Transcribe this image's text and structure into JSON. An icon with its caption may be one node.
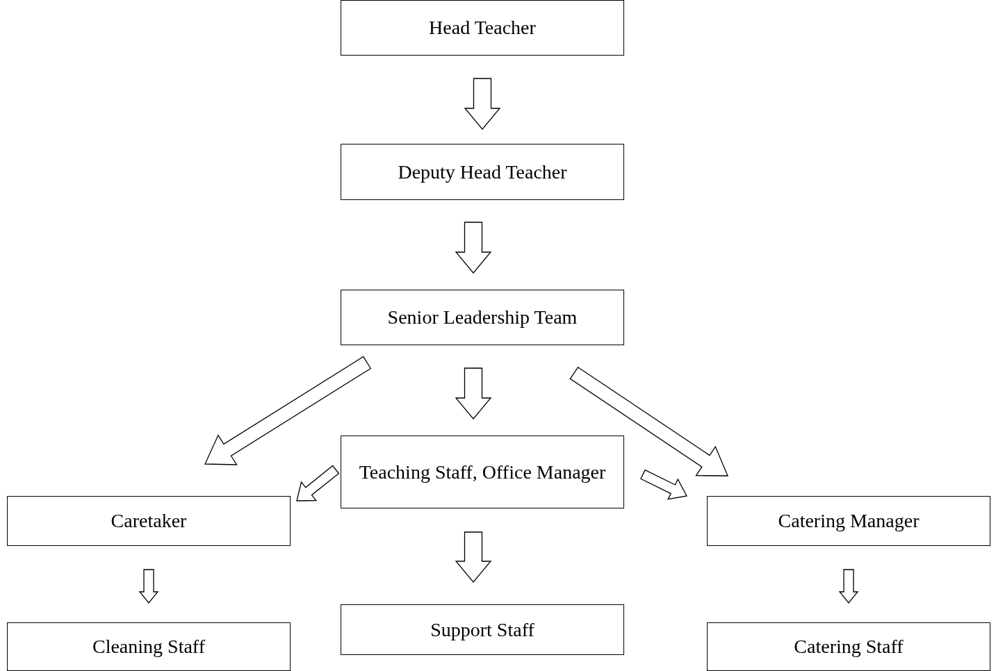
{
  "diagram": {
    "nodes": [
      {
        "text": [
          "Head Teacher"
        ]
      },
      {
        "text": [
          "Deputy Head Teacher"
        ]
      },
      {
        "text": [
          "Senior Leadership Team"
        ]
      },
      {
        "text": [
          "Teaching Staff, Office Manager"
        ]
      },
      {
        "text": [
          "Caretaker"
        ]
      },
      {
        "text": [
          "Catering Manager"
        ]
      },
      {
        "text": [
          "Cleaning Staff"
        ]
      },
      {
        "text": [
          "Support Staff"
        ]
      },
      {
        "text": [
          "Catering Staff"
        ]
      }
    ],
    "edges": [
      {
        "from": 0,
        "to": 1,
        "arrow": "to"
      },
      {
        "from": 1,
        "to": 2,
        "arrow": "to"
      },
      {
        "from": 2,
        "to": 4,
        "arrow": "to"
      },
      {
        "from": 2,
        "to": 3,
        "arrow": "to"
      },
      {
        "from": 2,
        "to": 5,
        "arrow": "to"
      },
      {
        "from": 3,
        "to": 4,
        "arrow": "to"
      },
      {
        "from": 3,
        "to": 5,
        "arrow": "to"
      },
      {
        "from": 4,
        "to": 6,
        "arrow": "to"
      },
      {
        "from": 3,
        "to": 7,
        "arrow": "to"
      },
      {
        "from": 5,
        "to": 8,
        "arrow": "to"
      }
    ]
  }
}
